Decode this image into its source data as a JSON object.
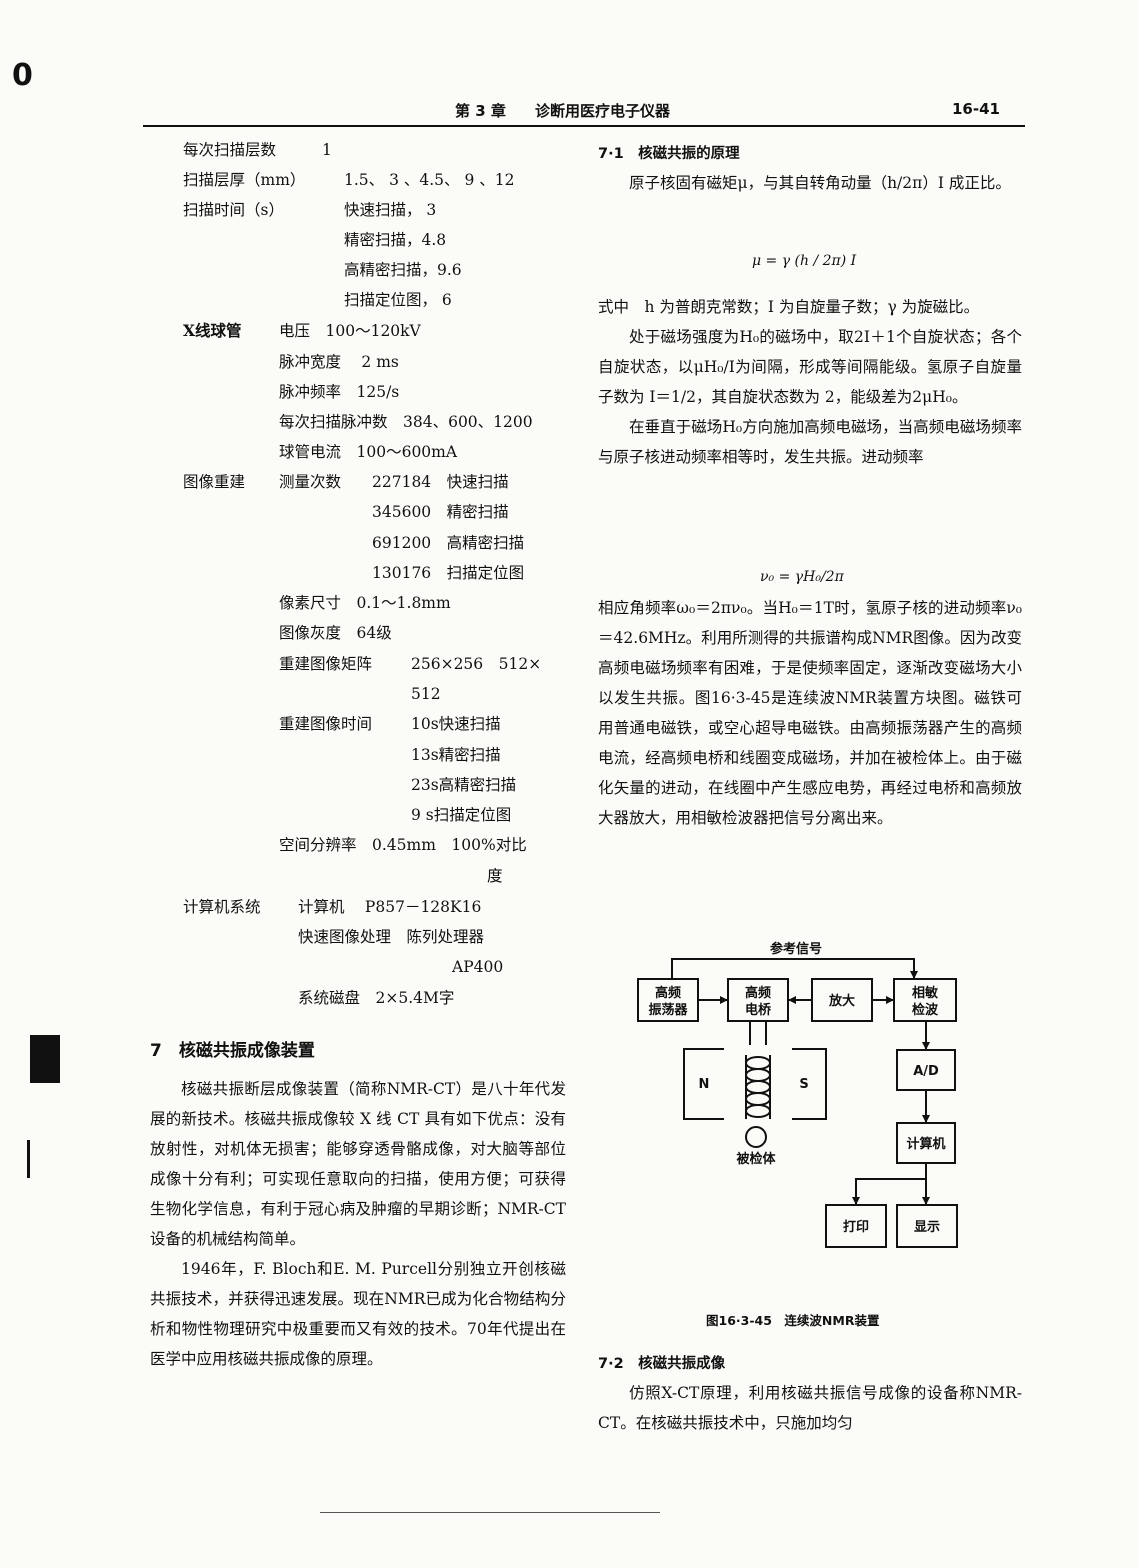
{
  "header": {
    "chapter": "第 3 章",
    "title": "诊断用医疗电子仪器",
    "page_number": "16-41"
  },
  "margin_glyph": "0",
  "specs": {
    "slices_label": "每次扫描层数",
    "slices_value": "1",
    "thickness_label": "扫描层厚（mm）",
    "thickness_value": "1.5、 3 、4.5、 9 、12",
    "time_label": "扫描时间（s）",
    "time_rows": [
      "快速扫描， 3",
      "精密扫描，4.8",
      "高精密扫描，9.6",
      "扫描定位图， 6"
    ],
    "xray_label": "X线球管",
    "xray_rows": [
      "电压　100～120kV",
      "脉冲宽度　 2 ms",
      "脉冲频率　125/s",
      "每次扫描脉冲数　384、600、1200",
      "球管电流　100～600mA"
    ],
    "recon_label": "图像重建",
    "measure_label": "测量次数",
    "measure_rows": [
      "227184　快速扫描",
      "345600　精密扫描",
      "691200　高精密扫描",
      "130176　扫描定位图"
    ],
    "pixel_size": "像素尺寸　0.1～1.8mm",
    "gray": "图像灰度　64级",
    "matrix_label": "重建图像矩阵",
    "matrix_value": "256×256　512×",
    "matrix_cont": "512",
    "recon_time_label": "重建图像时间",
    "recon_time_rows": [
      "10s快速扫描",
      "13s精密扫描",
      "23s高精密扫描",
      " 9 s扫描定位图"
    ],
    "resolution": "空间分辨率　0.45mm　100%对比",
    "resolution_cont": "度",
    "computer_label": "计算机系统",
    "computer_value": "计算机　 P857－128K16",
    "fastimg_value": "快速图像处理　陈列处理器",
    "ap_value": "AP400",
    "disk_value": "系统磁盘　2×5.4M字"
  },
  "section7": {
    "heading": "7　核磁共振成像装置",
    "p1": "核磁共振断层成像装置（简称NMR-CT）是八十年代发展的新技术。核磁共振成像较 X 线 CT 具有如下优点：没有放射性，对机体无损害；能够穿透骨骼成像，对大脑等部位成像十分有利；可实现任意取向的扫描，使用方便；可获得生物化学信息，有利于冠心病及肿瘤的早期诊断；NMR-CT设备的机械结构简单。",
    "p2": "1946年，F. Bloch和E. M. Purcell分别独立开创核磁共振技术，并获得迅速发展。现在NMR已成为化合物结构分析和物性物理研究中极重要而又有效的技术。70年代提出在医学中应用核磁共振成像的原理。"
  },
  "section71": {
    "heading": "7·1　核磁共振的原理",
    "p1": "原子核固有磁矩μ，与其自转角动量（h/2π）I 成正比。",
    "formula1": "μ = γ (h / 2π) I",
    "p2": "式中　h 为普朗克常数；I 为自旋量子数；γ 为旋磁比。",
    "p3": "处于磁场强度为H₀的磁场中，取2I＋1个自旋状态；各个自旋状态，以μH₀/I为间隔，形成等间隔能级。氢原子自旋量子数为 I＝1/2，其自旋状态数为 2，能级差为2μH₀。",
    "p4": "在垂直于磁场H₀方向施加高频电磁场，当高频电磁场频率与原子核进动频率相等时，发生共振。进动频率",
    "formula2": "ν₀ = γH₀/2π",
    "p5": "相应角频率ω₀＝2πν₀。当H₀＝1T时，氢原子核的进动频率ν₀＝42.6MHz。利用所测得的共振谱构成NMR图像。因为改变高频电磁场频率有困难，于是使频率固定，逐渐改变磁场大小以发生共振。图16·3-45是连续波NMR装置方块图。磁铁可用普通电磁铁，或空心超导电磁铁。由高频振荡器产生的高频电流，经高频电桥和线圈变成磁场，并加在被检体上。由于磁化矢量的进动，在线圈中产生感应电势，再经过电桥和高频放大器放大，用相敏检波器把信号分离出来。"
  },
  "diagram": {
    "ref_signal": "参考信号",
    "osc_line1": "高频",
    "osc_line2": "振荡器",
    "bridge_line1": "高频",
    "bridge_line2": "电桥",
    "amp": "放大",
    "psd_line1": "相敏",
    "psd_line2": "检波",
    "ad": "A/D",
    "computer": "计算机",
    "printer": "打印",
    "display": "显示",
    "magnet_n": "N",
    "magnet_s": "S",
    "subject": "被检体",
    "caption": "图16·3-45　连续波NMR装置"
  },
  "section72": {
    "heading": "7·2　核磁共振成像",
    "p1": "仿照X-CT原理，利用核磁共振信号成像的设备称NMR-CT。在核磁共振技术中，只施加均匀"
  }
}
